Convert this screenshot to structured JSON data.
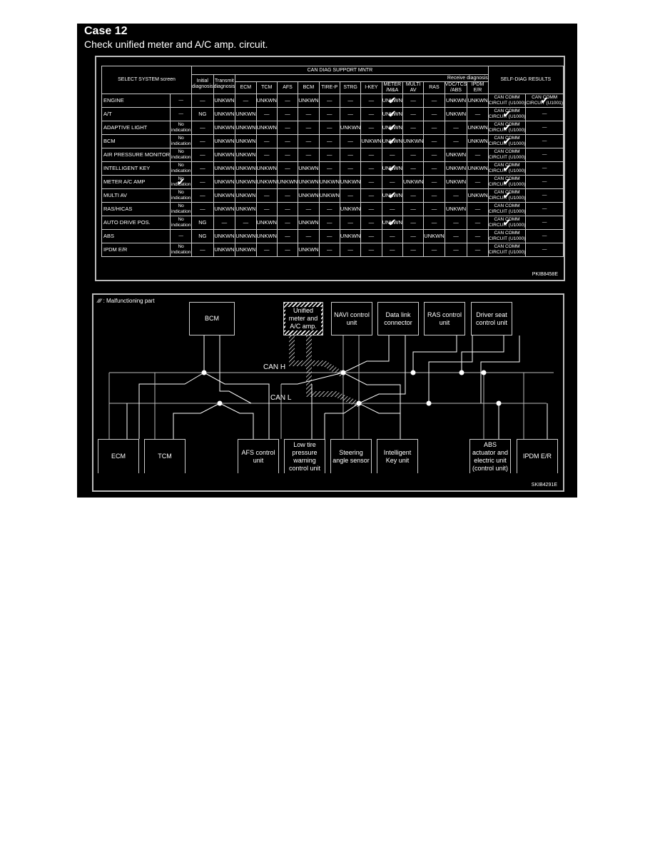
{
  "header": {
    "title": "Case 12",
    "subtitle": "Check unified meter and A/C amp. circuit."
  },
  "table": {
    "group_header": "CAN DIAG SUPPORT MNTR",
    "sub_group_header": "Receive diagnosis",
    "select_system_header": "SELECT SYSTEM screen",
    "initial_diag_header": "Initial diagnosis",
    "transmit_diag_header": "Transmit diagnosis",
    "self_diag_header": "SELF-DIAG RESULTS",
    "receive_columns": [
      "ECM",
      "TCM",
      "AFS",
      "BCM",
      "TIRE-P",
      "STRG",
      "I-KEY",
      "METER /M&A",
      "MULTI AV",
      "RAS",
      "VDC/TCS /ABS",
      "IPDM E/R"
    ],
    "rows": [
      {
        "system": "ENGINE",
        "status": "—",
        "initial": "—",
        "transmit": "UNKWN",
        "receive": [
          "—",
          "UNKWN",
          "—",
          "UNKWN",
          "—",
          "—",
          "—",
          "UNKWN✔",
          "—",
          "—",
          "UNKWN",
          "UNKWN"
        ],
        "self_diag_1": "CAN COMM CIRCUIT (U1000)",
        "self_diag_2": "CAN COMM CIRCUIT (U1001)✔"
      },
      {
        "system": "A/T",
        "status": "—",
        "initial": "NG",
        "transmit": "UNKWN",
        "receive": [
          "UNKWN",
          "—",
          "—",
          "—",
          "—",
          "—",
          "—",
          "UNKWN✔",
          "—",
          "—",
          "UNKWN",
          "—"
        ],
        "self_diag_1": "CAN COMM CIRCUIT (U1000)✔",
        "self_diag_2": "—"
      },
      {
        "system": "ADAPTIVE LIGHT",
        "status": "No indication",
        "initial": "—",
        "transmit": "UNKWN",
        "receive": [
          "UNKWN",
          "UNKWN",
          "—",
          "—",
          "—",
          "UNKWN",
          "—",
          "UNKWN✔",
          "—",
          "—",
          "—",
          "UNKWN"
        ],
        "self_diag_1": "CAN COMM CIRCUIT (U1000)✔",
        "self_diag_2": "—"
      },
      {
        "system": "BCM",
        "status": "No indication",
        "initial": "—",
        "transmit": "UNKWN",
        "receive": [
          "UNKWN",
          "—",
          "—",
          "—",
          "—",
          "—",
          "UNKWN",
          "UNKWN✔",
          "UNKWN",
          "—",
          "—",
          "UNKWN"
        ],
        "self_diag_1": "CAN COMM CIRCUIT (U1000)✔",
        "self_diag_2": "—"
      },
      {
        "system": "AIR PRESSURE MONITOR",
        "status": "No indication",
        "initial": "—",
        "transmit": "UNKWN",
        "receive": [
          "UNKWN",
          "—",
          "—",
          "—",
          "—",
          "—",
          "—",
          "—",
          "—",
          "—",
          "UNKWN",
          "—"
        ],
        "self_diag_1": "CAN COMM CIRCUIT (U1000)",
        "self_diag_2": "—"
      },
      {
        "system": "INTELLIGENT KEY",
        "status": "No indication",
        "initial": "—",
        "transmit": "UNKWN",
        "receive": [
          "UNKWN",
          "UNKWN",
          "—",
          "UNKWN",
          "—",
          "—",
          "—",
          "UNKWN✔",
          "—",
          "—",
          "UNKWN",
          "UNKWN"
        ],
        "self_diag_1": "CAN COMM CIRCUIT (U1000)✔",
        "self_diag_2": "—"
      },
      {
        "system": "METER A/C AMP",
        "status": "No indication✔",
        "initial": "—",
        "transmit": "UNKWN",
        "receive": [
          "UNKWN",
          "UNKWN",
          "UNKWN",
          "UNKWN",
          "UNKWN",
          "UNKWN",
          "—",
          "—",
          "UNKWN",
          "—",
          "UNKWN",
          "—"
        ],
        "self_diag_1": "CAN COMM CIRCUIT (U1000)✔",
        "self_diag_2": "—"
      },
      {
        "system": "MULTI AV",
        "status": "No indication",
        "initial": "—",
        "transmit": "UNKWN",
        "receive": [
          "UNKWN",
          "—",
          "—",
          "UNKWN",
          "UNKWN",
          "—",
          "—",
          "UNKWN✔",
          "—",
          "—",
          "—",
          "UNKWN"
        ],
        "self_diag_1": "CAN COMM CIRCUIT (U1000)✔",
        "self_diag_2": "—"
      },
      {
        "system": "RAS/HICAS",
        "status": "No indication",
        "initial": "—",
        "transmit": "UNKWN",
        "receive": [
          "UNKWN",
          "—",
          "—",
          "—",
          "—",
          "UNKWN",
          "—",
          "—",
          "—",
          "—",
          "UNKWN",
          "—"
        ],
        "self_diag_1": "CAN COMM CIRCUIT (U1000)",
        "self_diag_2": "—"
      },
      {
        "system": "AUTO DRIVE POS.",
        "status": "No indication",
        "initial": "NG",
        "transmit": "—",
        "receive": [
          "—",
          "UNKWN",
          "—",
          "UNKWN",
          "—",
          "—",
          "—",
          "UNKWN✔",
          "—",
          "—",
          "—",
          "—"
        ],
        "self_diag_1": "CAN COMM CIRCUIT (U1000)✔",
        "self_diag_2": "—"
      },
      {
        "system": "ABS",
        "status": "—",
        "initial": "NG",
        "transmit": "UNKWN",
        "receive": [
          "UNKWN",
          "UNKWN",
          "—",
          "—",
          "—",
          "UNKWN",
          "—",
          "—",
          "—",
          "UNKWN",
          "—",
          "—"
        ],
        "self_diag_1": "CAN COMM CIRCUIT (U1000)",
        "self_diag_2": "—"
      },
      {
        "system": "IPDM E/R",
        "status": "No indication",
        "initial": "—",
        "transmit": "UNKWN",
        "receive": [
          "UNKWN",
          "—",
          "—",
          "UNKWN",
          "—",
          "—",
          "—",
          "—",
          "—",
          "—",
          "—",
          "—"
        ],
        "self_diag_1": "CAN COMM CIRCUIT (U1000)",
        "self_diag_2": "—"
      }
    ],
    "figure_code": "PKIB8458E"
  },
  "diagram": {
    "legend": "∕∕∕∕ : Malfunctioning part",
    "can_h_label": "CAN H",
    "can_l_label": "CAN L",
    "top_units": [
      {
        "id": "bcm",
        "label": "BCM"
      },
      {
        "id": "meter",
        "label": "Unified meter and A/C amp.",
        "malfunctioning": true
      },
      {
        "id": "navi",
        "label": "NAVI control unit"
      },
      {
        "id": "dlc",
        "label": "Data link connector"
      },
      {
        "id": "ras",
        "label": "RAS control unit"
      },
      {
        "id": "seat",
        "label": "Driver seat control unit"
      }
    ],
    "bottom_units": [
      {
        "id": "ecm",
        "label": "ECM"
      },
      {
        "id": "tcm",
        "label": "TCM"
      },
      {
        "id": "afs",
        "label": "AFS control unit"
      },
      {
        "id": "tire",
        "label": "Low tire pressure warning control unit"
      },
      {
        "id": "steer",
        "label": "Steering angle sensor"
      },
      {
        "id": "ikey",
        "label": "Intelligent Key unit"
      },
      {
        "id": "abs",
        "label": "ABS actuator and electric unit (control unit)"
      },
      {
        "id": "ipdm",
        "label": "IPDM E/R"
      }
    ],
    "figure_code": "SKIB4291E",
    "colors": {
      "background": "#000000",
      "line": "#ffffff",
      "grey_line": "#bbbbbb"
    }
  }
}
